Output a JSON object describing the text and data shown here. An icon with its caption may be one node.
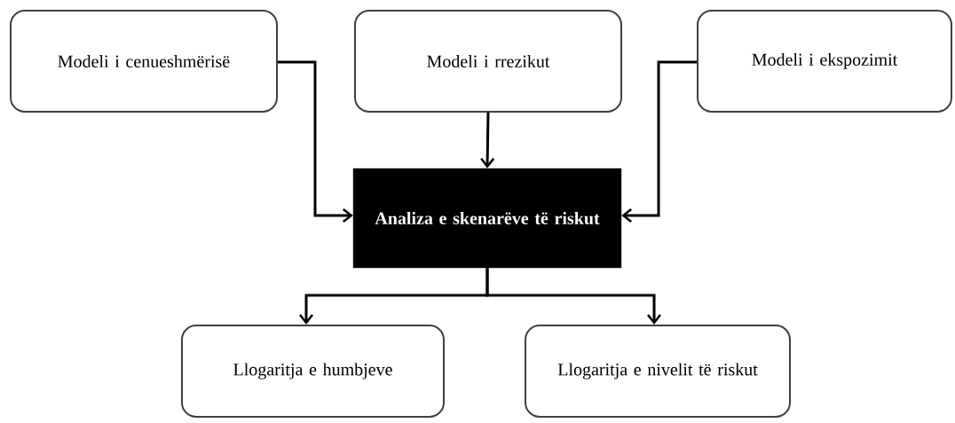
{
  "diagram": {
    "nodes": [
      {
        "text": [
          "Modeli i cenueshmërisë"
        ]
      },
      {
        "text": [
          "Modeli i rrezikut"
        ]
      },
      {
        "text": [
          "Modeli i ekspozimit"
        ]
      },
      {
        "text": [
          "Analiza e skenarëve të riskut"
        ]
      },
      {
        "text": [
          "Llogaritja e humbjeve"
        ]
      },
      {
        "text": [
          "Llogaritja e nivelit të riskut"
        ]
      }
    ],
    "edges": [
      {
        "from": 0,
        "to": 3,
        "arrow": "to"
      },
      {
        "from": 1,
        "to": 3,
        "arrow": "to"
      },
      {
        "from": 2,
        "to": 3,
        "arrow": "to"
      },
      {
        "from": 3,
        "to": 4,
        "arrow": "to"
      },
      {
        "from": 3,
        "to": 5,
        "arrow": "to"
      }
    ]
  }
}
